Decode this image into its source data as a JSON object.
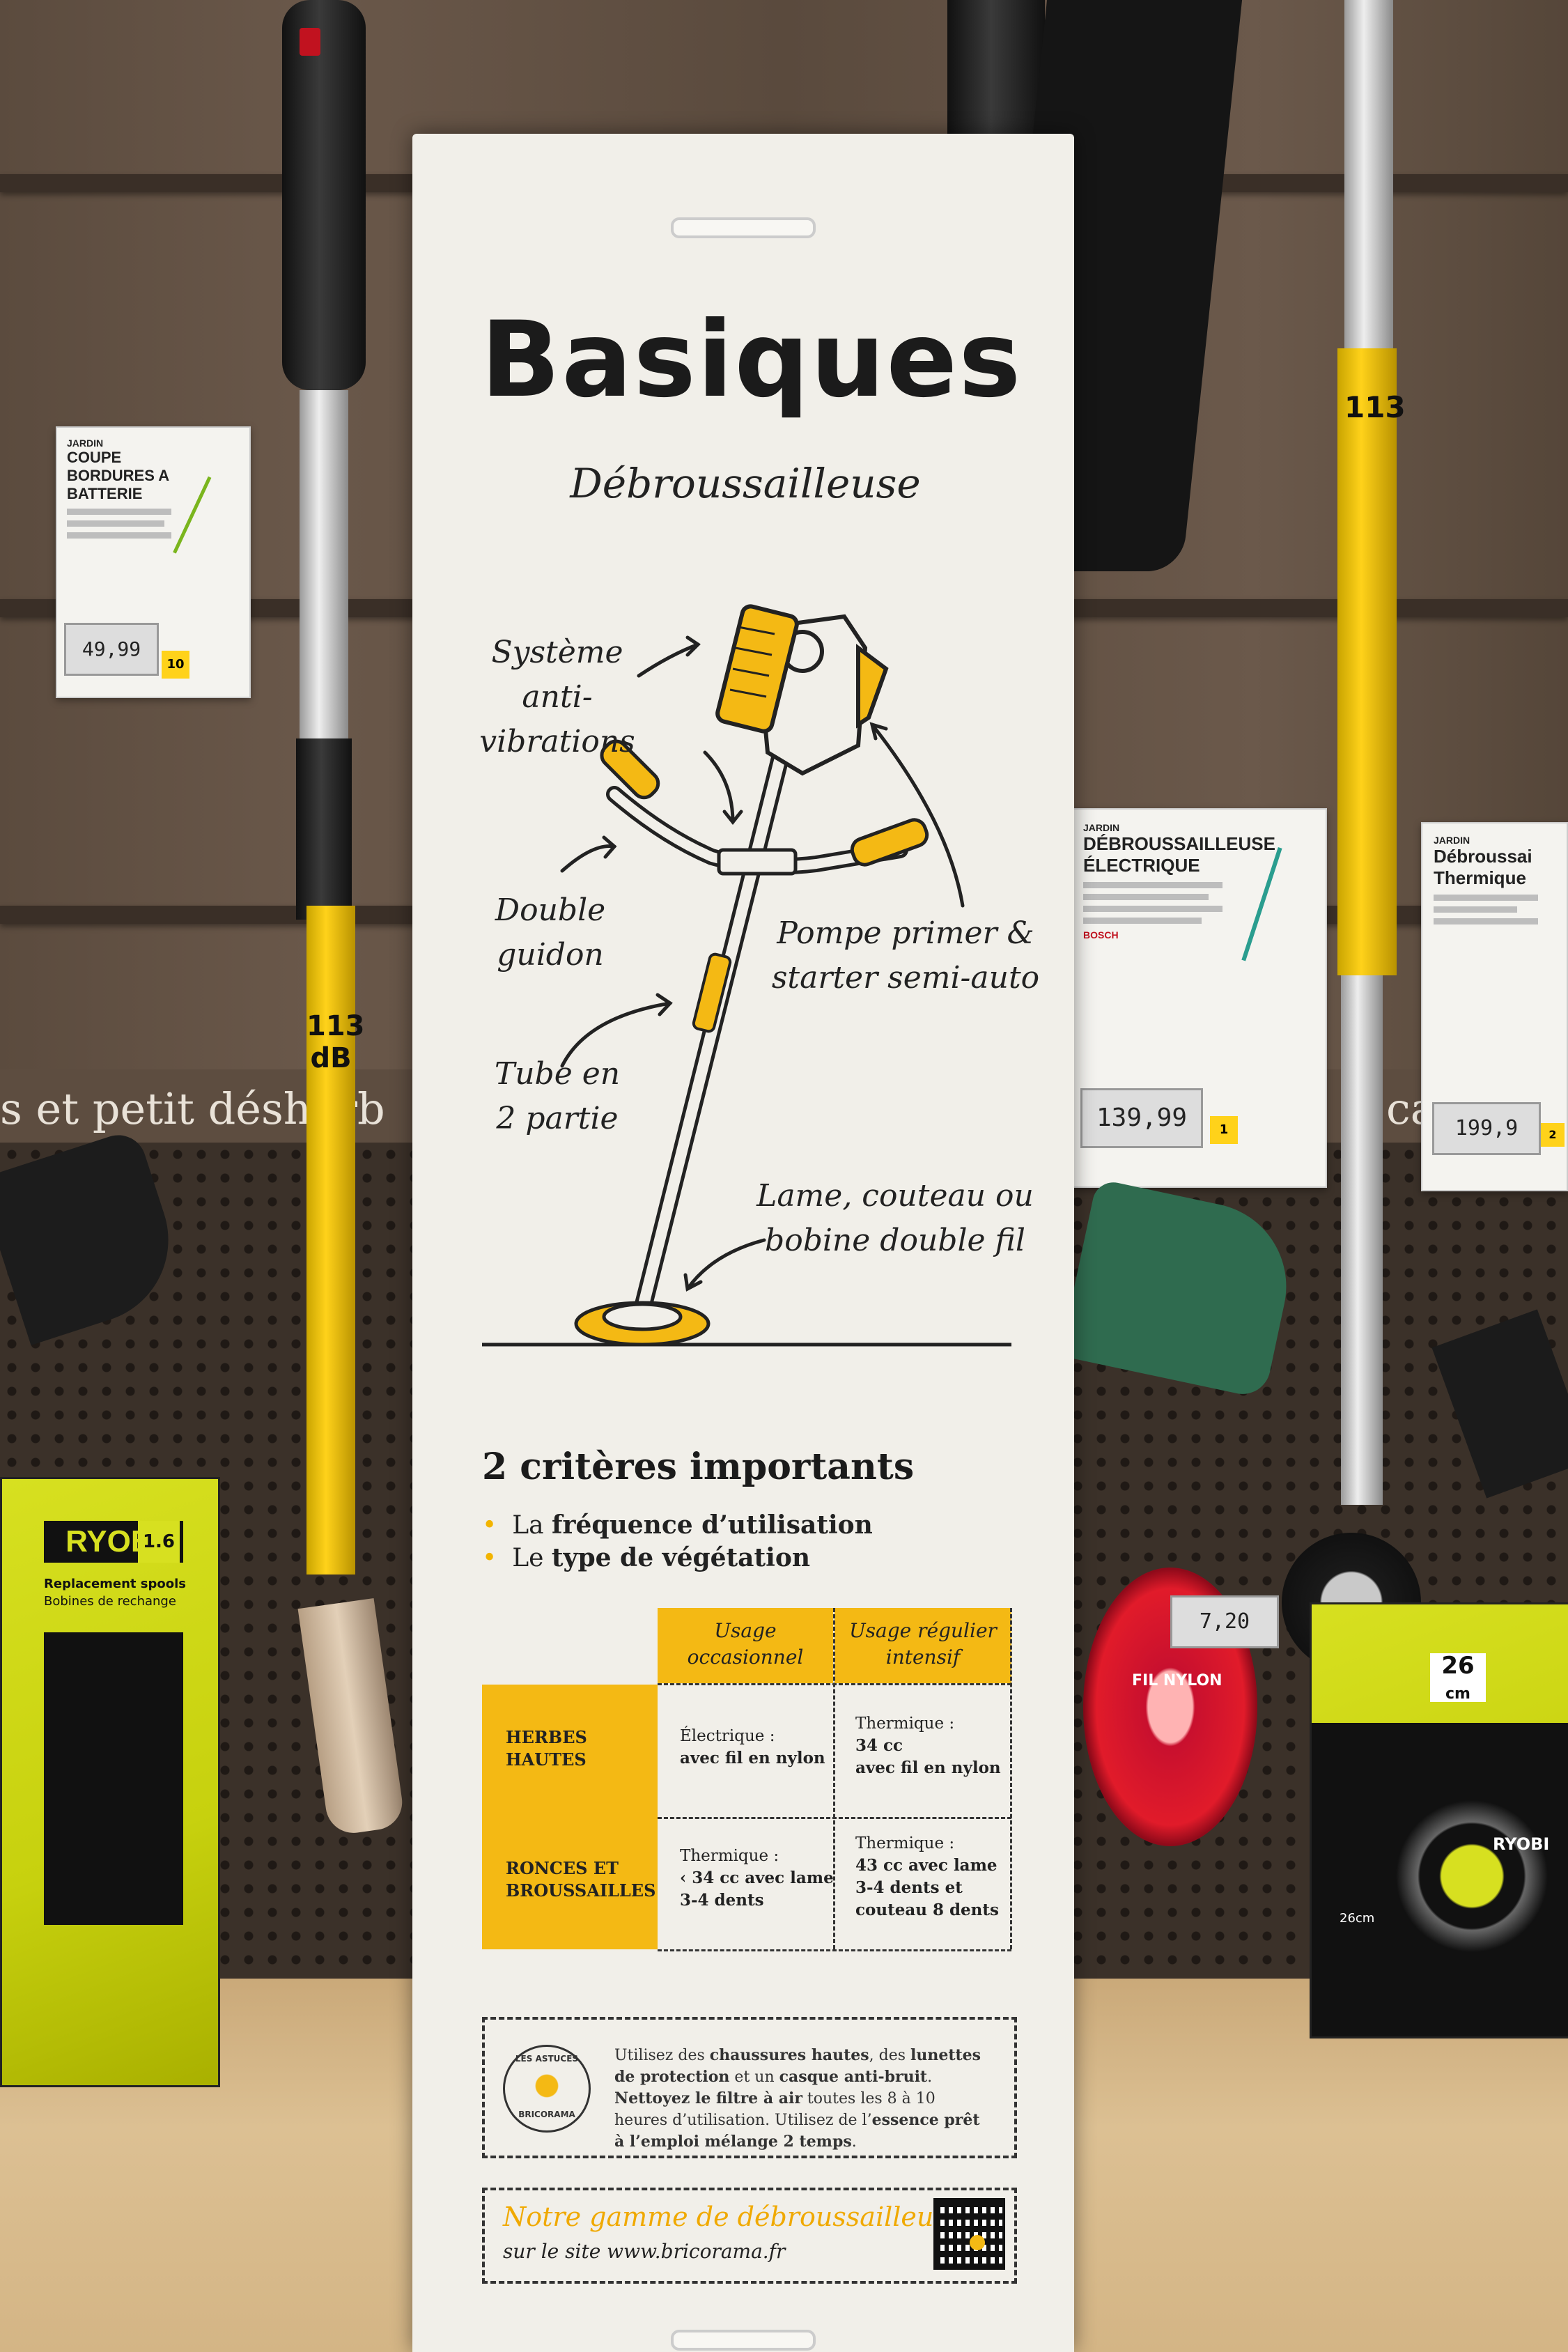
{
  "sign": {
    "title": "Basiques",
    "subtitle": "Débroussailleuse",
    "labels": {
      "antivib_1": "Système",
      "antivib_2": "anti-vibrations",
      "guidon_1": "Double",
      "guidon_2": "guidon",
      "pompe_1": "Pompe primer &",
      "pompe_2": "starter semi-auto",
      "tube_1": "Tube en",
      "tube_2": "2 partie",
      "lame_1": "Lame, couteau ou",
      "lame_2": "bobine double fil"
    },
    "criteria_title": "2 critères importants",
    "criteria": [
      {
        "pre": "La ",
        "bold": "fréquence d’utilisation"
      },
      {
        "pre": "Le ",
        "bold": "type de végétation"
      }
    ],
    "table": {
      "col1": "Usage occasionnel",
      "col2": "Usage régulier intensif",
      "row1_label": "HERBES HAUTES",
      "row1_c1_a": "Électrique :",
      "row1_c1_b": "avec fil en nylon",
      "row1_c2_a": "Thermique :",
      "row1_c2_b": "34 cc",
      "row1_c2_c": "avec fil en nylon",
      "row2_label": "RONCES ET BROUSSAILLES",
      "row2_c1_a": "Thermique :",
      "row2_c1_b": "‹ 34 cc avec lame",
      "row2_c1_c": "3-4 dents",
      "row2_c2_a": "Thermique :",
      "row2_c2_b": "43 cc avec lame",
      "row2_c2_c": "3-4 dents et",
      "row2_c2_d": "couteau 8 dents"
    },
    "tip_badge_top": "LES ASTUCES",
    "tip_badge_bottom": "BRICORAMA",
    "tip": {
      "t1": "Utilisez des ",
      "b1": "chaussures hautes",
      "t2": ", des ",
      "b2": "lunettes de protection",
      "t3": " et un ",
      "b3": "casque anti-bruit",
      "t4": ". ",
      "b4": "Nettoyez le filtre à air",
      "t5": " toutes les 8 à 10 heures d’utilisation. Utilisez de l’",
      "b5": "essence prêt à l’emploi mélange 2 temps",
      "t6": "."
    },
    "gamme": "Notre gamme de débroussailleuse",
    "site": "sur le site www.bricorama.fr"
  },
  "background": {
    "strip_text": "s et petit désherb",
    "strip_text_right": "ca",
    "left_card_brand": "JARDIN",
    "left_card_title": "COUPE BORDURES A BATTERIE",
    "left_card_price": "49,99",
    "left_card_badge": "10",
    "right_card_brand": "JARDIN",
    "right_card_title": "DÉBROUSSAILLEUSE ÉLECTRIQUE",
    "right_card_price": "139,99",
    "right_card_badge": "1",
    "right_card_logo": "BOSCH",
    "far_card_brand": "JARDIN",
    "far_card_title": "Débroussai Thermique",
    "far_card_price": "199,9",
    "far_card_badge": "2",
    "box_brand": "RYOBI",
    "box_size": "1.6",
    "box_sub": "Replacement spools",
    "box_sub2": "Bobines de rechange",
    "box_right_size": "26",
    "box_right_unit": "cm",
    "box_right_brand": "RYOBI",
    "box_right_cm": "26cm",
    "spool_label": "FIL NYLON",
    "spool_price": "7,20",
    "pole_db_left": "113 dB",
    "pole_db_right": "113"
  },
  "colors": {
    "accent": "#f4b914",
    "sign_bg": "#f1efe9",
    "ink": "#1b1b1b"
  }
}
